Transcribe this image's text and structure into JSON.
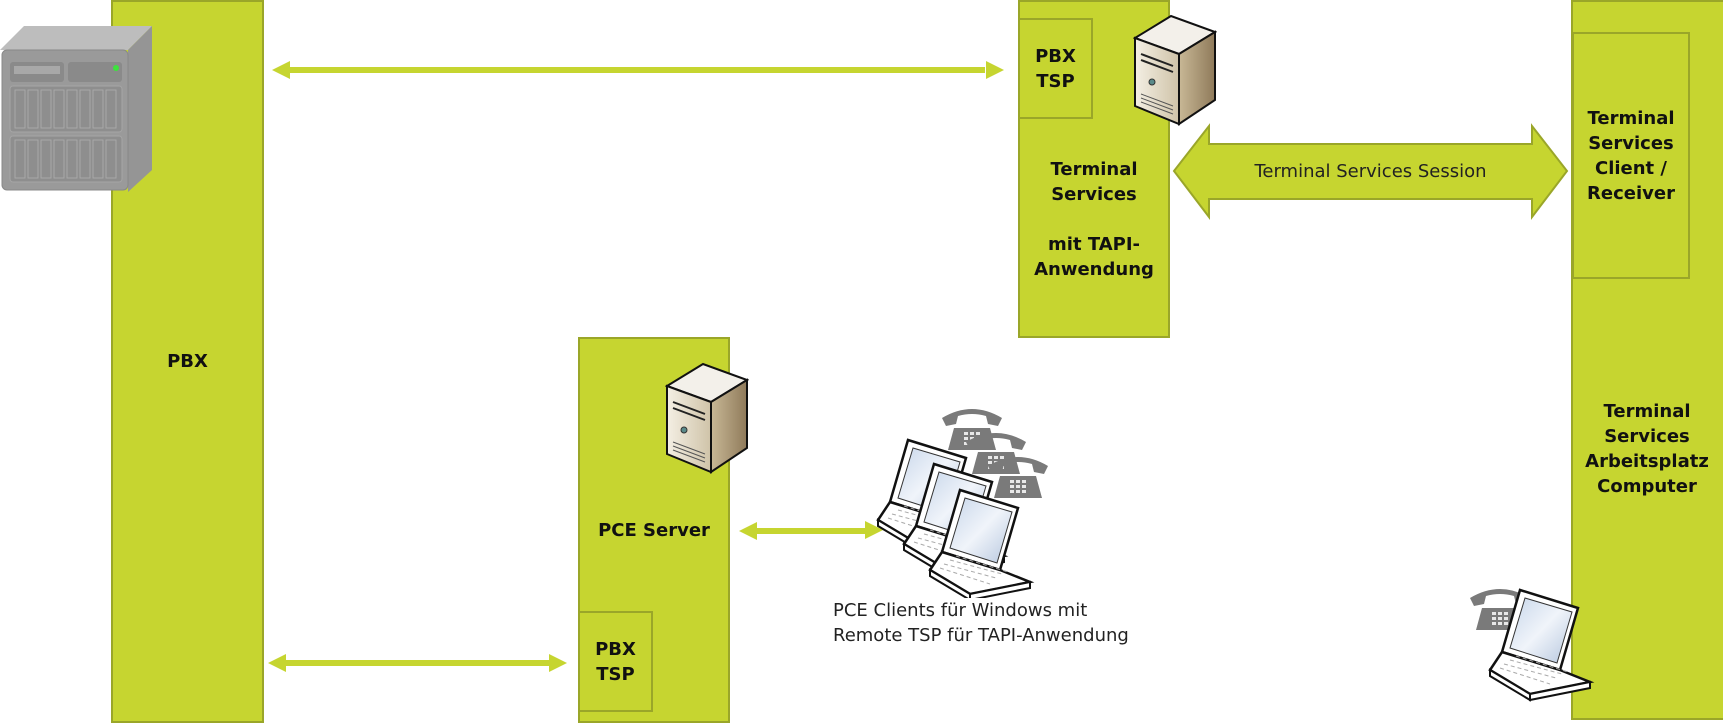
{
  "colors": {
    "box_fill": "#c6d530",
    "box_border": "#9aa629",
    "arrow": "#c6d530",
    "icon_gray": "#7a7a7a"
  },
  "nodes": {
    "pbx": {
      "label": "PBX",
      "icon": "rack-server-icon"
    },
    "terminal_server": {
      "label": "Terminal\nServices\n\nmit TAPI-\nAnwendung",
      "tsp_label": "PBX\nTSP",
      "icon": "tower-server-icon"
    },
    "pce_server": {
      "label": "PCE Server",
      "tsp_label": "PBX\nTSP",
      "icon": "tower-server-icon"
    },
    "workstation": {
      "client_label": "Terminal\nServices\nClient /\nReceiver",
      "label": "Terminal\nServices\nArbeitsplatz\nComputer",
      "icons": [
        "desk-phone-icon",
        "laptop-icon"
      ]
    },
    "pce_clients": {
      "caption": "PCE Clients für Windows mit\nRemote TSP für TAPI-Anwendung",
      "icons": [
        "desk-phone-icon",
        "desk-phone-icon",
        "desk-phone-icon",
        "laptop-icon",
        "laptop-icon",
        "laptop-icon"
      ]
    }
  },
  "connections": [
    {
      "from": "pbx",
      "to": "terminal_server.tsp",
      "type": "bidirectional"
    },
    {
      "from": "pbx",
      "to": "pce_server.tsp",
      "type": "bidirectional"
    },
    {
      "from": "pce_server",
      "to": "pce_clients",
      "type": "bidirectional"
    },
    {
      "from": "terminal_server",
      "to": "workstation",
      "type": "bidirectional-block",
      "label": "Terminal Services Session"
    }
  ]
}
